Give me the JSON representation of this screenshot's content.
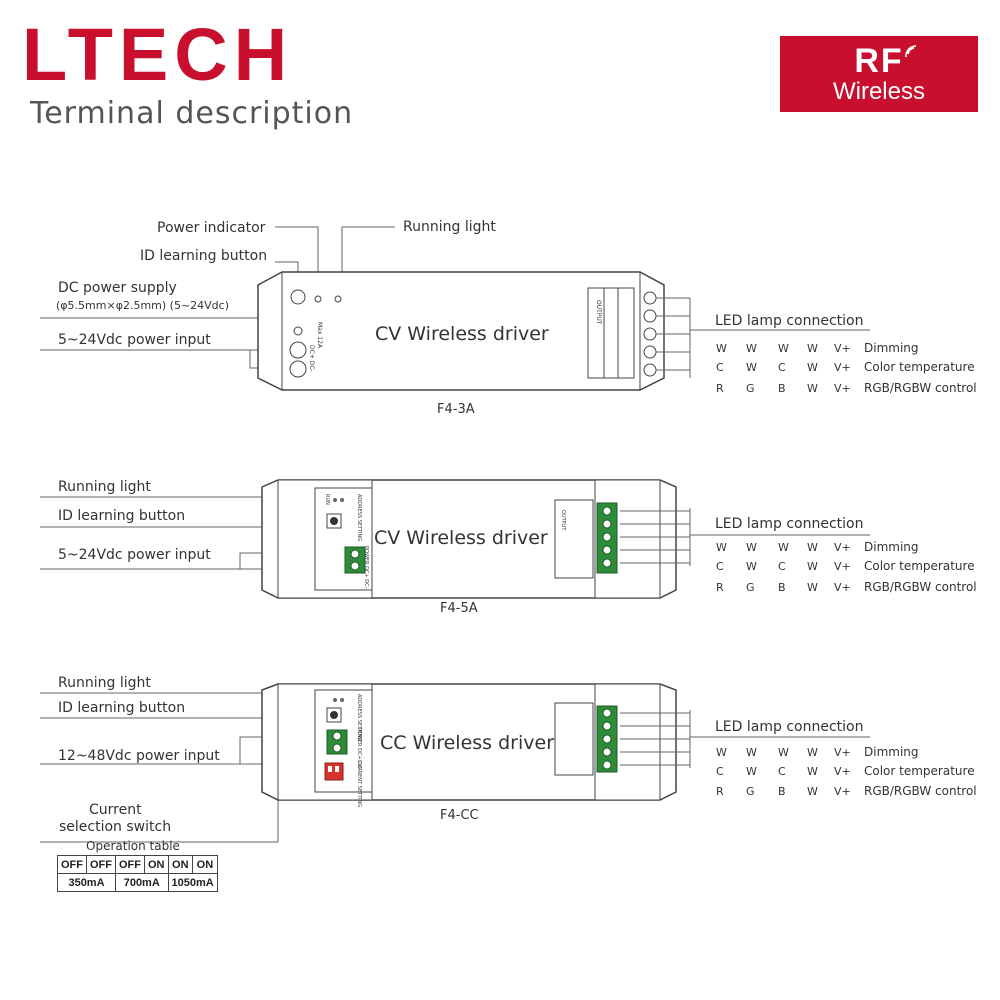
{
  "brand": {
    "logo": "LTECH",
    "accent": "#c8102e"
  },
  "page": {
    "subtitle": "Terminal description"
  },
  "rf_badge": {
    "line1": "RF",
    "line2": "Wireless"
  },
  "f43a": {
    "callouts": {
      "power_indicator": "Power indicator",
      "running_light": "Running light",
      "id_button": "ID learning button",
      "dc_supply": "DC power supply",
      "dc_spec": "(φ5.5mm×φ2.5mm) (5~24Vdc)",
      "power_input": "5~24Vdc power input"
    },
    "device_label": "CV Wireless driver",
    "model": "F4-3A",
    "led_title": "LED lamp connection"
  },
  "f45a": {
    "callouts": {
      "running_light": "Running light",
      "id_button": "ID learning button",
      "power_input": "5~24Vdc power input"
    },
    "device_label": "CV Wireless driver",
    "model": "F4-5A",
    "led_title": "LED lamp connection"
  },
  "f4cc": {
    "callouts": {
      "running_light": "Running light",
      "id_button": "ID learning button",
      "power_input": "12~48Vdc power input",
      "current_switch_1": "Current",
      "current_switch_2": "selection switch"
    },
    "device_label": "CC Wireless driver",
    "model": "F4-CC",
    "led_title": "LED lamp connection"
  },
  "led_table": {
    "rows": [
      {
        "cols": [
          "W",
          "W",
          "W",
          "W",
          "V+"
        ],
        "mode": "Dimming"
      },
      {
        "cols": [
          "C",
          "W",
          "C",
          "W",
          "V+"
        ],
        "mode": "Color temperature"
      },
      {
        "cols": [
          "R",
          "G",
          "B",
          "W",
          "V+"
        ],
        "mode": "RGB/RGBW control"
      }
    ]
  },
  "operation_table": {
    "title": "Operation table",
    "row1": [
      "OFF",
      "OFF",
      "OFF",
      "ON",
      "ON",
      "ON"
    ],
    "row2": [
      "350mA",
      "700mA",
      "1050mA"
    ]
  }
}
